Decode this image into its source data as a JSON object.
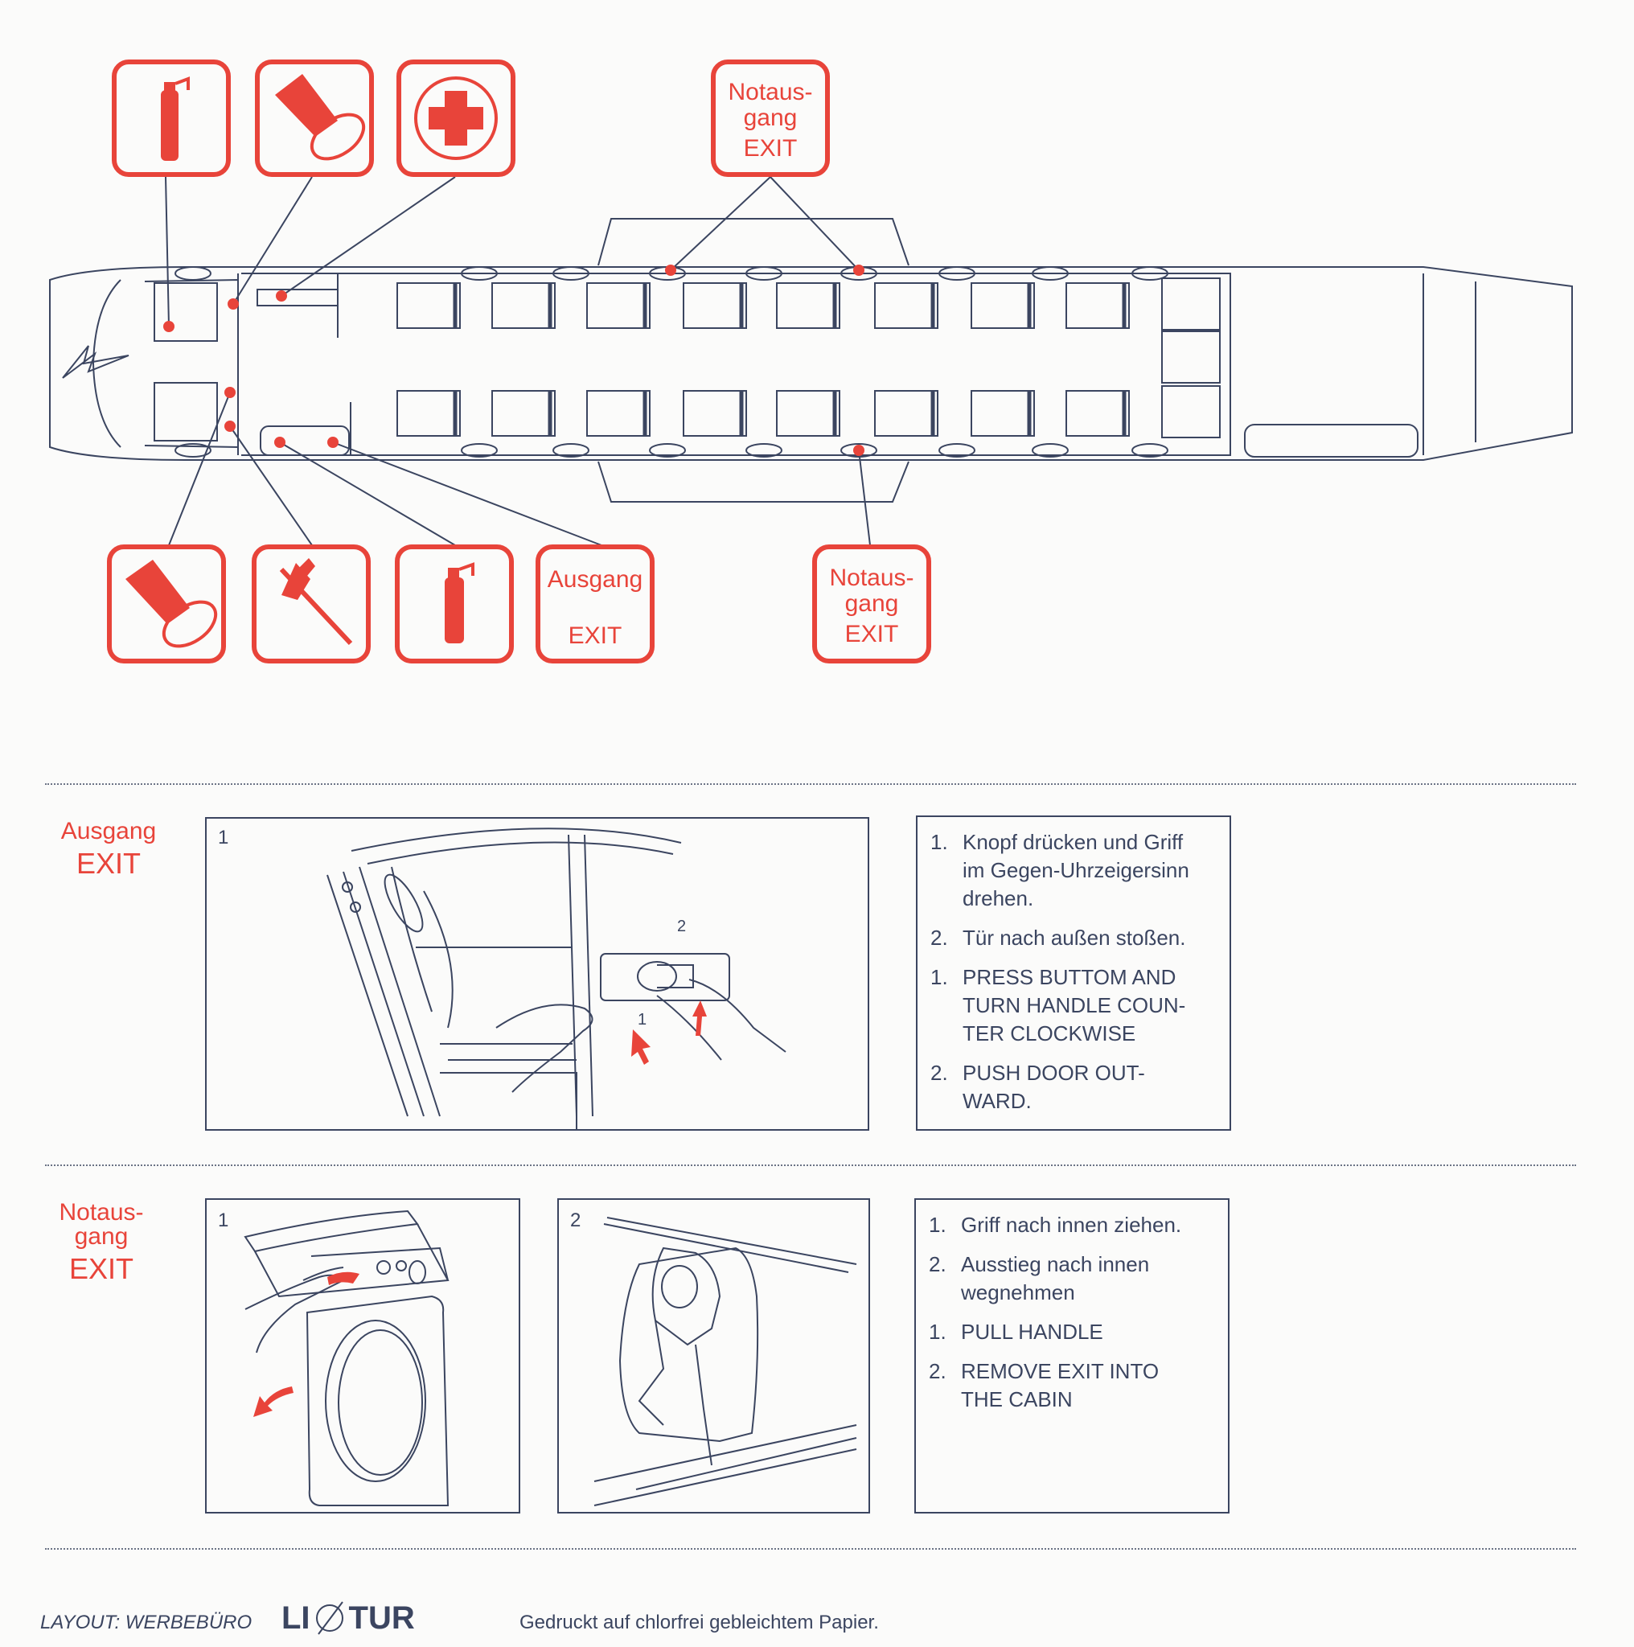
{
  "cabin_signs": {
    "top_exit": {
      "line1": "Notaus-",
      "line2": "gang",
      "line3": "EXIT"
    },
    "bottom_door_exit": {
      "line1": "Ausgang",
      "line2": "EXIT"
    },
    "bottom_emergency_exit": {
      "line1": "Notaus-",
      "line2": "gang",
      "line3": "EXIT"
    },
    "icons": [
      "fire-extinguisher-icon",
      "oxygen-mask-icon",
      "first-aid-icon",
      "oxygen-mask-icon",
      "axe-icon",
      "fire-extinguisher-icon"
    ]
  },
  "section_door": {
    "title_de": "Ausgang",
    "title_en": "EXIT",
    "panel_number": "1",
    "diagram_labels": {
      "step1": "1",
      "step2": "2"
    },
    "steps": [
      {
        "num": "1.",
        "text": "Knopf drücken und Griff\nim Gegen-Uhrzeigersinn\ndrehen."
      },
      {
        "num": "2.",
        "text": "Tür nach außen stoßen."
      },
      {
        "num": "1.",
        "text": "PRESS BUTTOM AND\nTURN HANDLE COUN-\nTER CLOCKWISE"
      },
      {
        "num": "2.",
        "text": "PUSH DOOR OUT-\nWARD."
      }
    ]
  },
  "section_emergency": {
    "title_de_1": "Notaus-",
    "title_de_2": "gang",
    "title_en": "EXIT",
    "panel1_number": "1",
    "panel2_number": "2",
    "steps": [
      {
        "num": "1.",
        "text": "Griff nach innen ziehen."
      },
      {
        "num": "2.",
        "text": "Ausstieg nach innen\nwegnehmen"
      },
      {
        "num": "1.",
        "text": "PULL HANDLE"
      },
      {
        "num": "2.",
        "text": "REMOVE EXIT INTO\nTHE CABIN"
      }
    ]
  },
  "footer": {
    "layout_credit": "LAYOUT: WERBEBÜRO",
    "logo_left": "LI",
    "logo_right": "TUR",
    "paper_note": "Gedruckt auf chlorfrei gebleichtem Papier."
  },
  "colors": {
    "accent": "#e8443a",
    "ink": "#3b4560",
    "paper": "#fbfbfa"
  }
}
